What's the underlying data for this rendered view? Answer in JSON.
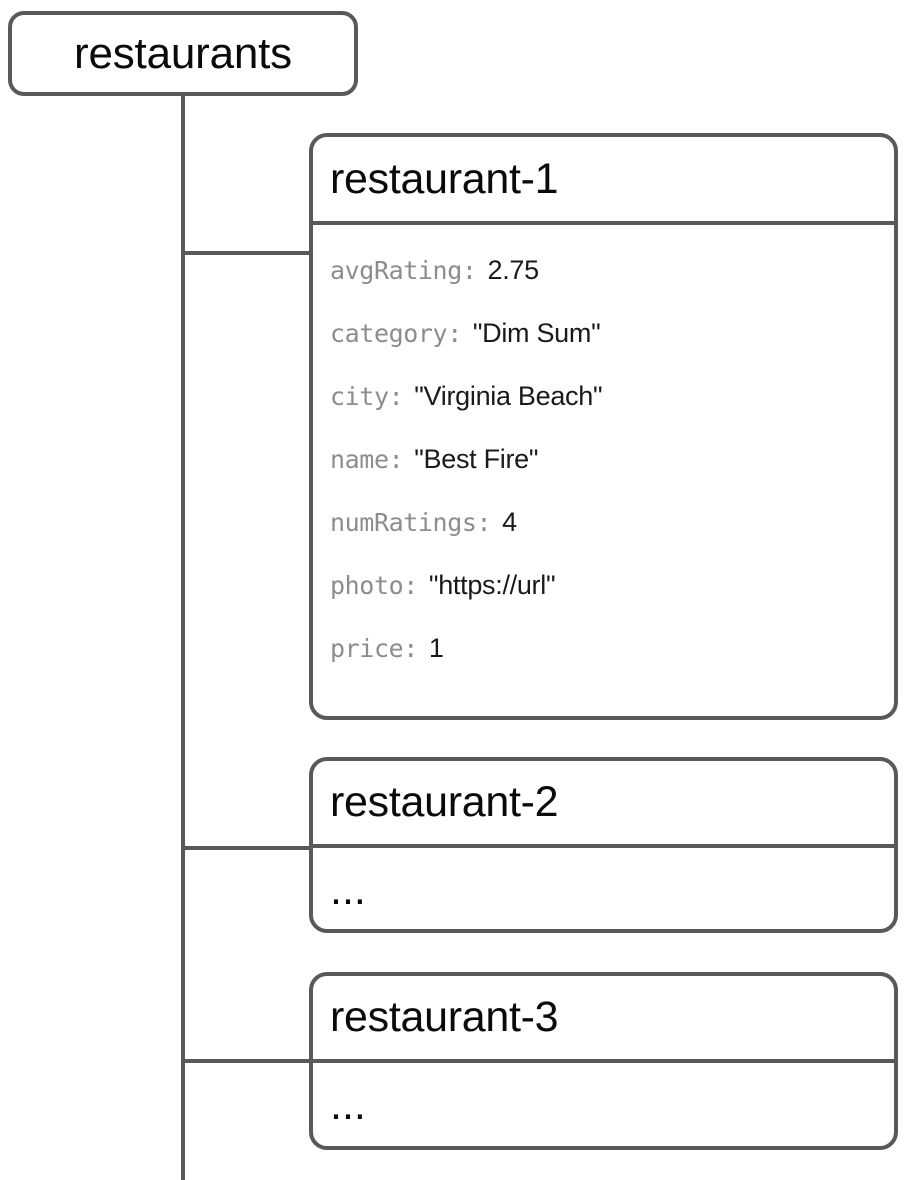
{
  "diagram": {
    "type": "collection-document-tree",
    "stroke_color": "#595959",
    "background_color": "#ffffff",
    "key_color": "#8d8d8d",
    "value_color": "#1a1a1a",
    "title_color": "#0a0a0a"
  },
  "root": {
    "label": "restaurants"
  },
  "documents": [
    {
      "id": "restaurant-1",
      "label": "restaurant-1",
      "collapsed": false,
      "fields": [
        {
          "key": "avgRating:",
          "value": "2.75"
        },
        {
          "key": "category:",
          "value": "\"Dim Sum\""
        },
        {
          "key": "city:",
          "value": "\"Virginia Beach\""
        },
        {
          "key": "name:",
          "value": "\"Best Fire\""
        },
        {
          "key": "numRatings:",
          "value": "4"
        },
        {
          "key": "photo:",
          "value": "\"https://url\""
        },
        {
          "key": "price:",
          "value": "1"
        }
      ]
    },
    {
      "id": "restaurant-2",
      "label": "restaurant-2",
      "collapsed": true,
      "ellipsis": "..."
    },
    {
      "id": "restaurant-3",
      "label": "restaurant-3",
      "collapsed": true,
      "ellipsis": "..."
    }
  ]
}
